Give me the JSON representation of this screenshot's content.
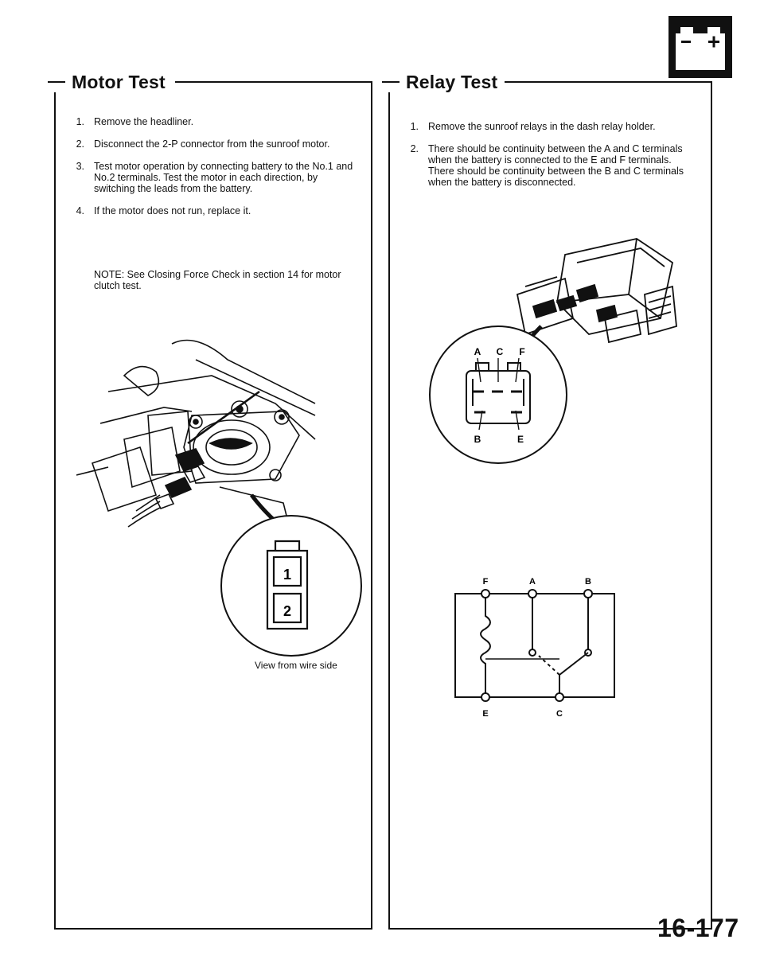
{
  "motor_test": {
    "title": "Motor Test",
    "steps": [
      {
        "num": "1.",
        "text": "Remove the headliner."
      },
      {
        "num": "2.",
        "text": "Disconnect the 2-P connector from the sunroof motor."
      },
      {
        "num": "3.",
        "text": "Test motor operation by connecting battery to the No.1 and No.2 terminals. Test the motor in each direction, by switching the leads from the battery."
      },
      {
        "num": "4.",
        "text": "If the motor does not run, replace it."
      }
    ],
    "note": "NOTE: See Closing Force Check in section 14 for motor clutch test.",
    "connector_terminals": [
      "1",
      "2"
    ],
    "caption": "View from wire side"
  },
  "relay_test": {
    "title": "Relay Test",
    "steps": [
      {
        "num": "1.",
        "text": "Remove the sunroof relays in the dash relay holder."
      },
      {
        "num": "2.",
        "text": "There should be continuity between the A and C terminals when the battery is connected to the E and F terminals. There should be continuity between the B and C terminals when the battery is disconnected."
      }
    ],
    "relay_face_labels": {
      "a": "A",
      "c": "C",
      "f": "F",
      "b": "B",
      "e": "E"
    },
    "schematic_labels": {
      "f": "F",
      "a": "A",
      "b": "B",
      "e": "E",
      "c": "C"
    }
  },
  "page_number": "16-177",
  "icon": "battery-icon"
}
